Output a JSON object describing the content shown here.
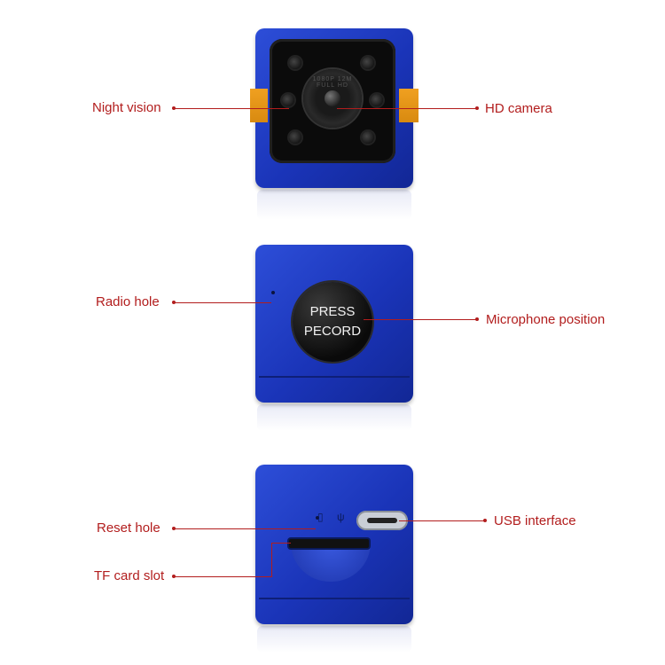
{
  "labels": {
    "night_vision": "Night vision",
    "hd_camera": "HD camera",
    "radio_hole": "Radio hole",
    "microphone_position": "Microphone position",
    "reset_hole": "Reset hole",
    "usb_interface": "USB interface",
    "tf_card_slot": "TF card slot"
  },
  "device": {
    "lens_text": "1080P 12M FULL HD",
    "button_line1": "PRESS",
    "button_line2": "PECORD"
  },
  "colors": {
    "label": "#b21d1d",
    "body": "#1f3bc4",
    "band": "#f0a020"
  },
  "icons": [
    "sd-card-icon",
    "usb-symbol-icon"
  ]
}
